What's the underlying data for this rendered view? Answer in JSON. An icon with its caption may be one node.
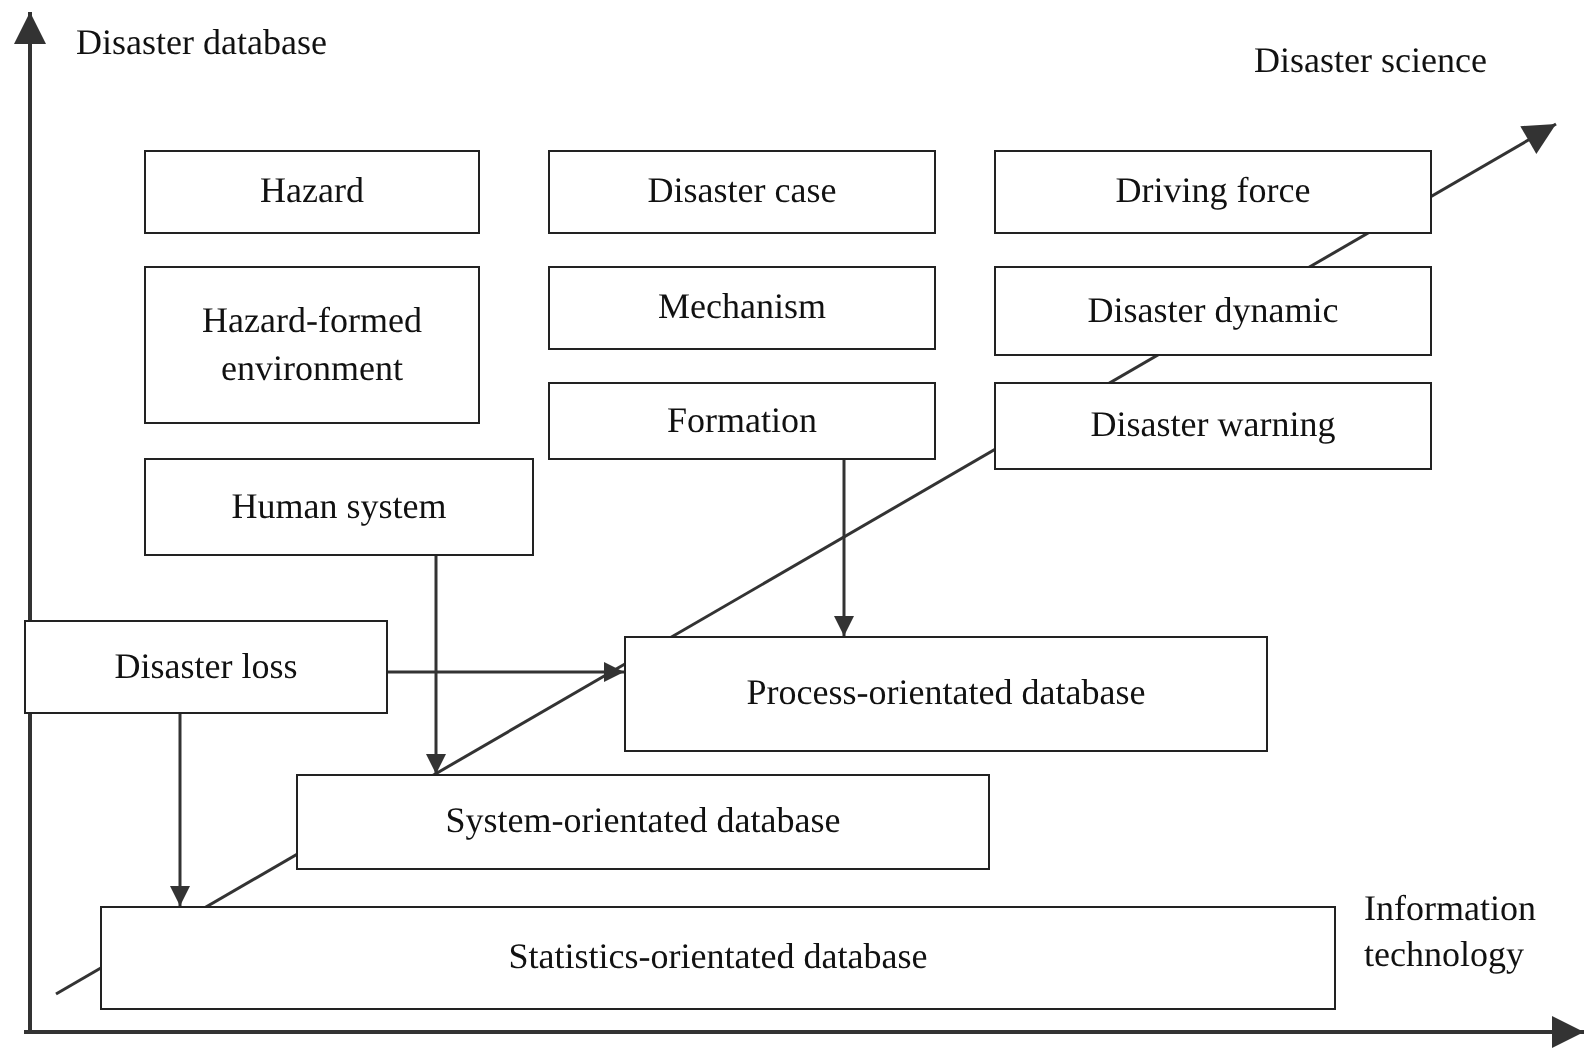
{
  "diagram": {
    "nodes": [
      {
        "text": [
          "Hazard"
        ]
      },
      {
        "text": [
          "Disaster case"
        ]
      },
      {
        "text": [
          "Driving force"
        ]
      },
      {
        "text": [
          "Hazard-formed environment"
        ]
      },
      {
        "text": [
          "Mechanism"
        ]
      },
      {
        "text": [
          "Disaster dynamic"
        ]
      },
      {
        "text": [
          "Formation"
        ]
      },
      {
        "text": [
          "Disaster warning"
        ]
      },
      {
        "text": [
          "Human system"
        ]
      },
      {
        "text": [
          "Disaster loss"
        ]
      },
      {
        "text": [
          "Process-orientated database"
        ]
      },
      {
        "text": [
          "System-orientated database"
        ]
      },
      {
        "text": [
          "Statistics-orientated database"
        ]
      }
    ],
    "edges": [
      {
        "from": 6,
        "to": 10,
        "arrow": "to"
      },
      {
        "from": 9,
        "to": 10,
        "arrow": "to"
      },
      {
        "from": 8,
        "to": 11,
        "arrow": "to"
      },
      {
        "from": 9,
        "to": 12,
        "arrow": "to"
      }
    ],
    "labels": [
      "Disaster database",
      "Disaster science",
      "Information technology"
    ]
  }
}
